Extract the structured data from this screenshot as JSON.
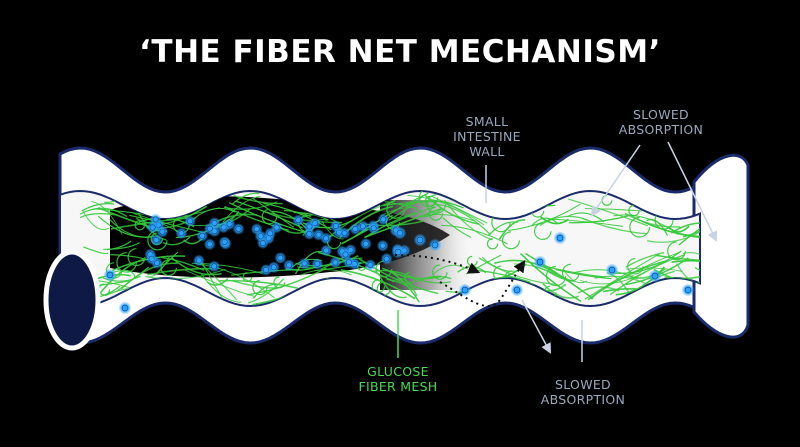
{
  "title": "‘THE FIBER NET MECHANISM’",
  "labels": {
    "wall": [
      "SMALL",
      "INTESTINE",
      "WALL"
    ],
    "slowed_top": [
      "SLOWED",
      "ABSORPTION"
    ],
    "mesh": [
      "GLUCOSE",
      "FIBER MESH"
    ],
    "slowed_bottom": [
      "SLOWED",
      "ABSORPTION"
    ]
  },
  "colors": {
    "background": "#000000",
    "fiber": "#35c83a",
    "glucose": "#2aa3ff",
    "wall": "#ffffff",
    "wall_outline": "#1b2b6a",
    "label_gray": "#9aa8bd",
    "mesh_label": "#4ad94f"
  }
}
